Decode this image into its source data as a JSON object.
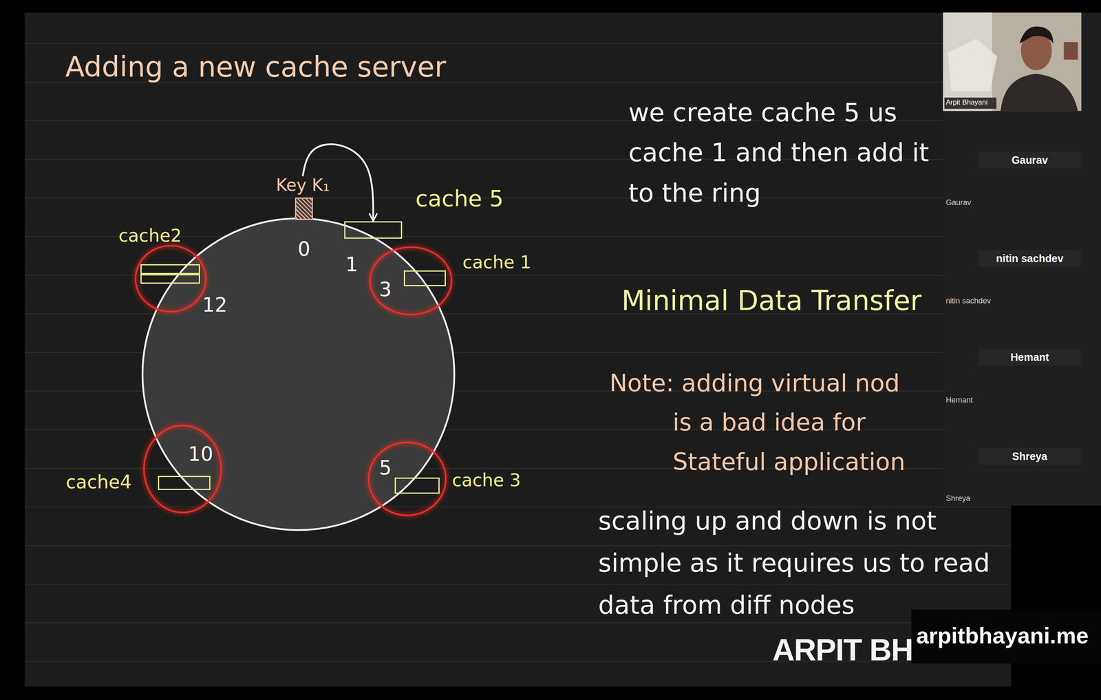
{
  "diagram": {
    "title": "Adding a new cache server",
    "nodes": [
      {
        "text": [
          "Key K₁"
        ]
      },
      {
        "text": [
          "cache 5"
        ]
      },
      {
        "text": [
          "cache2"
        ]
      },
      {
        "text": [
          "cache 1"
        ]
      },
      {
        "text": [
          "cache4"
        ]
      },
      {
        "text": [
          "cache 3"
        ]
      }
    ],
    "edges": [
      {
        "from": 0,
        "to": 1,
        "arrow": "to"
      }
    ],
    "labels": [
      "0",
      "1",
      "3",
      "12",
      "10",
      "5",
      "we create cache 5 us cache 1 and then add it to the ring",
      "Minimal Data Transfer",
      "Note: adding virtual nod is a bad idea for Stateful application",
      "scaling up and down is not simple as it requires us to read data from diff nodes",
      "Arpit Bhayani",
      "Gaurav",
      "Gaurav",
      "nitin sachdev",
      "nitin sachdev",
      "Hemant",
      "Hemant",
      "Shreya",
      "Shreya",
      "ARPIT BH",
      "arpitbhayani.me"
    ]
  }
}
